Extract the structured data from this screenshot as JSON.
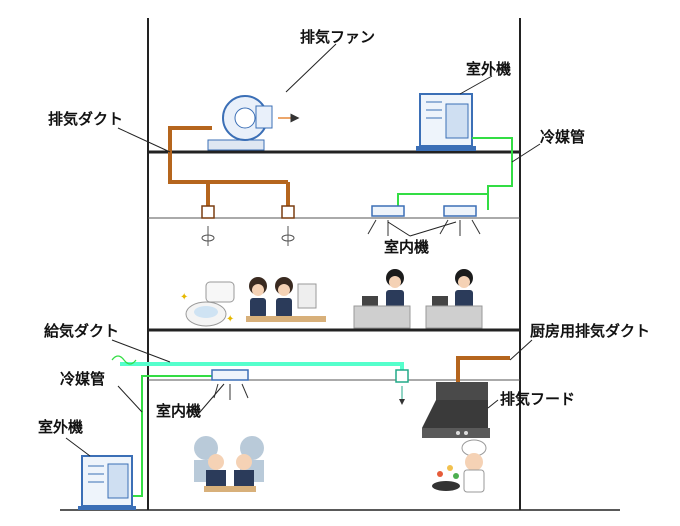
{
  "labels": {
    "exhaust_fan": "排気ファン",
    "outdoor_unit_roof": "室外機",
    "exhaust_duct": "排気ダクト",
    "refrigerant_pipe_upper": "冷媒管",
    "indoor_unit_upper": "室内機",
    "supply_duct": "給気ダクト",
    "kitchen_exhaust_duct": "厨房用排気ダクト",
    "refrigerant_pipe_lower": "冷媒管",
    "indoor_unit_lower": "室内機",
    "exhaust_hood": "排気フード",
    "outdoor_unit_ground": "室外機"
  },
  "colors": {
    "exhaust_duct": "#b5651d",
    "refrigerant_pipe": "#33dd44",
    "supply_duct": "#55ffcc",
    "structure": "#222222",
    "unit_blue": "#3b6fb6"
  },
  "icons": [
    "fan-icon",
    "outdoor-unit-icon",
    "indoor-unit-icon",
    "toilet-icon",
    "office-worker-icon",
    "restaurant-guest-icon",
    "chef-icon",
    "range-hood-icon"
  ]
}
